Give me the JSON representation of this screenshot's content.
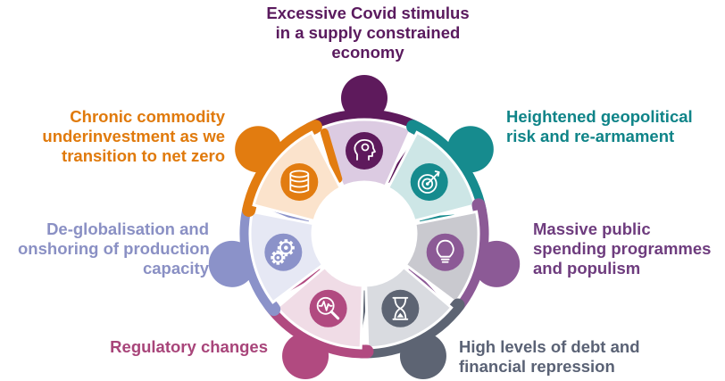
{
  "colors": {
    "text_purple_dark": "#5a1a5e",
    "text_teal": "#0f8488",
    "text_purple": "#6e3c7e",
    "text_slate": "#5a6275",
    "text_magenta": "#a8457a",
    "text_periwinkle": "#8a90c4",
    "text_orange": "#e07a0c"
  },
  "segments": [
    {
      "id": "covid",
      "lines": [
        "Excessive Covid stimulus",
        "in a supply constrained",
        "economy"
      ],
      "color": "#5e1a5c",
      "fill": "#dccbe2",
      "icon": "head-lightbulb-icon"
    },
    {
      "id": "geopolitics",
      "lines": [
        "Heightened geopolitical",
        "risk and re-armament"
      ],
      "color": "#168b8e",
      "fill": "#cde6e6",
      "icon": "target-arrow-icon"
    },
    {
      "id": "public",
      "lines": [
        "Massive public",
        "spending programmes",
        "and populism"
      ],
      "color": "#8c5a96",
      "fill": "#c9c9cf",
      "icon": "lightbulb-icon"
    },
    {
      "id": "debt",
      "lines": [
        "High levels of debt and",
        "financial repression"
      ],
      "color": "#5d6473",
      "fill": "#d9dbe0",
      "icon": "hourglass-icon"
    },
    {
      "id": "regulatory",
      "lines": [
        "Regulatory changes"
      ],
      "color": "#b14a80",
      "fill": "#f0dce6",
      "icon": "magnifier-chart-icon"
    },
    {
      "id": "deglobal",
      "lines": [
        "De-globalisation and",
        "onshoring of production",
        "capacity"
      ],
      "color": "#8b92c9",
      "fill": "#e6e8f4",
      "icon": "gears-icon"
    },
    {
      "id": "commodity",
      "lines": [
        "Chronic commodity",
        "underinvestment as we",
        "transition to net zero"
      ],
      "color": "#e27c10",
      "fill": "#fbe3cc",
      "icon": "database-icon"
    }
  ]
}
